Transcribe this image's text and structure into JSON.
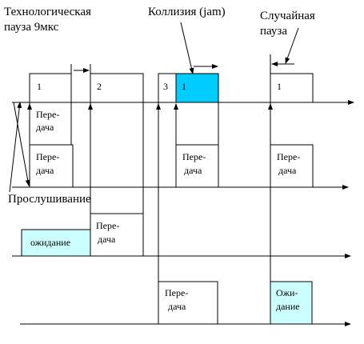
{
  "labels": {
    "tech_pause_line1": "Технологическая",
    "tech_pause_line2": "пауза 9мкс",
    "collision": "Коллизия (jam)",
    "random_pause_line1": "Случайная",
    "random_pause_line2": "пауза",
    "listening": "Прослушивание"
  },
  "frames": {
    "f1": "1",
    "f2": "2",
    "f3": "3",
    "f4": "1",
    "f5": "1"
  },
  "blocks": {
    "tx_a1": "Пере-",
    "tx_a2": "дача",
    "tx_b1": "Пере-",
    "tx_b2": "дача",
    "tx_c1": "Пере-",
    "tx_c2": "дача",
    "tx_d1": "Пере-",
    "tx_d2": "дача",
    "tx_e1": "Пере-",
    "tx_e2": "дача",
    "tx_f1": "Пере-",
    "tx_f2": "дача",
    "wait_b": "ожидание",
    "wait_d1": "Ожи-",
    "wait_d2": "дание"
  },
  "colors": {
    "collision_fill": "#00ccff",
    "wait_fill": "#ccffff",
    "line": "#000000"
  }
}
